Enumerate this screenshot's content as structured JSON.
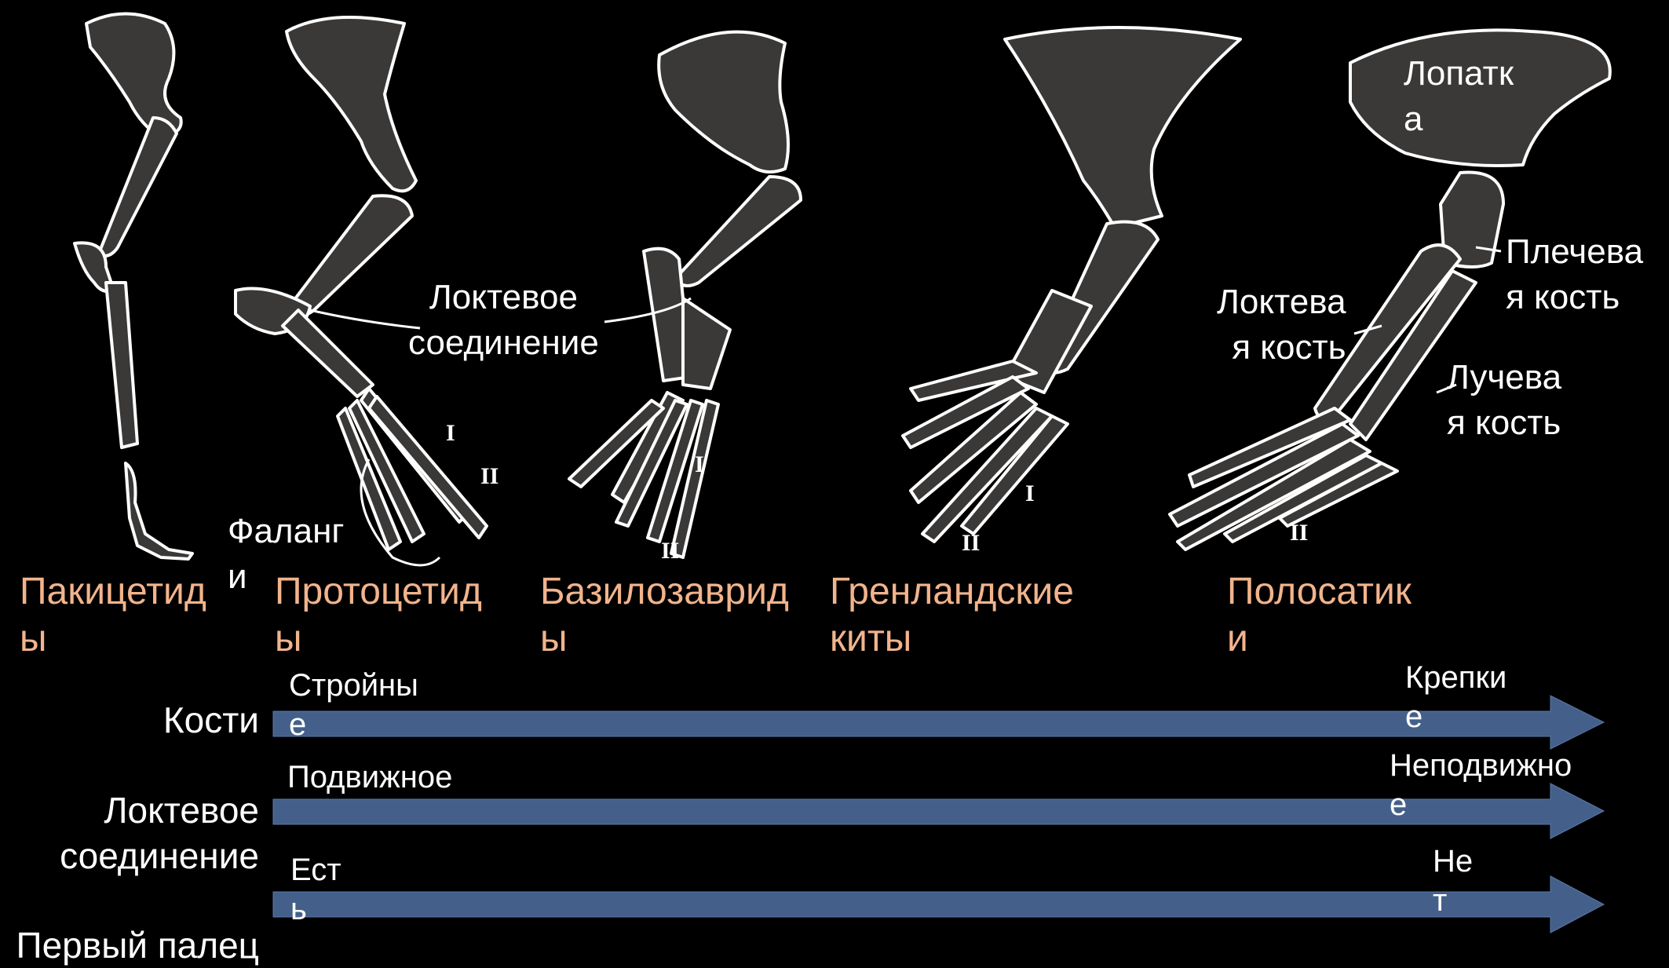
{
  "taxa": [
    "Пакицетид\nы",
    "Протоцетид\nы",
    "Базилозаврид\nы",
    "Гренландские\nкиты",
    "Полосатик\nи"
  ],
  "bone_labels": {
    "elbow_joint": "Локтевое\nсоединение",
    "phalanges": "Фаланг\nи",
    "scapula": "Лопатк\nа",
    "humerus": "Плечева\nя кость",
    "ulna": "Локтева\nя кость",
    "radius": "Лучева\nя кость"
  },
  "digit_labels": {
    "first": "I",
    "second": "II"
  },
  "rows": [
    {
      "label": "Кости",
      "start": "Стройны\nе",
      "end": "Крепки\nе"
    },
    {
      "label": "Локтевое\nсоединение",
      "start": "Подвижное",
      "end": "Неподвижно\nе"
    },
    {
      "label": "Первый палец",
      "start": "Ест\nь",
      "end": "Не\nт"
    }
  ],
  "colors": {
    "background": "#000000",
    "taxon_text": "#f2b48c",
    "arrow_fill": "#44608a",
    "bone_fill": "#3a3937",
    "bone_stroke": "#ffffff"
  }
}
